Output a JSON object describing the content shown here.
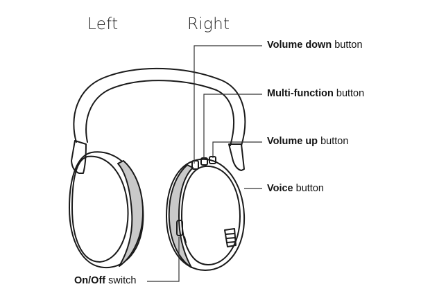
{
  "labels": {
    "left": "Left",
    "right": "Right"
  },
  "callouts": {
    "volume_down": {
      "name": "Volume down",
      "suffix": "button"
    },
    "multi_function": {
      "name": "Multi-function",
      "suffix": "button"
    },
    "volume_up": {
      "name": "Volume up",
      "suffix": "button"
    },
    "voice": {
      "name": "Voice",
      "suffix": "button"
    },
    "on_off": {
      "name": "On/Off",
      "suffix": "switch"
    }
  },
  "colors": {
    "outline": "#1a1a1a",
    "cushion_fill": "#c9c9c9",
    "leader_line": "#333333"
  }
}
